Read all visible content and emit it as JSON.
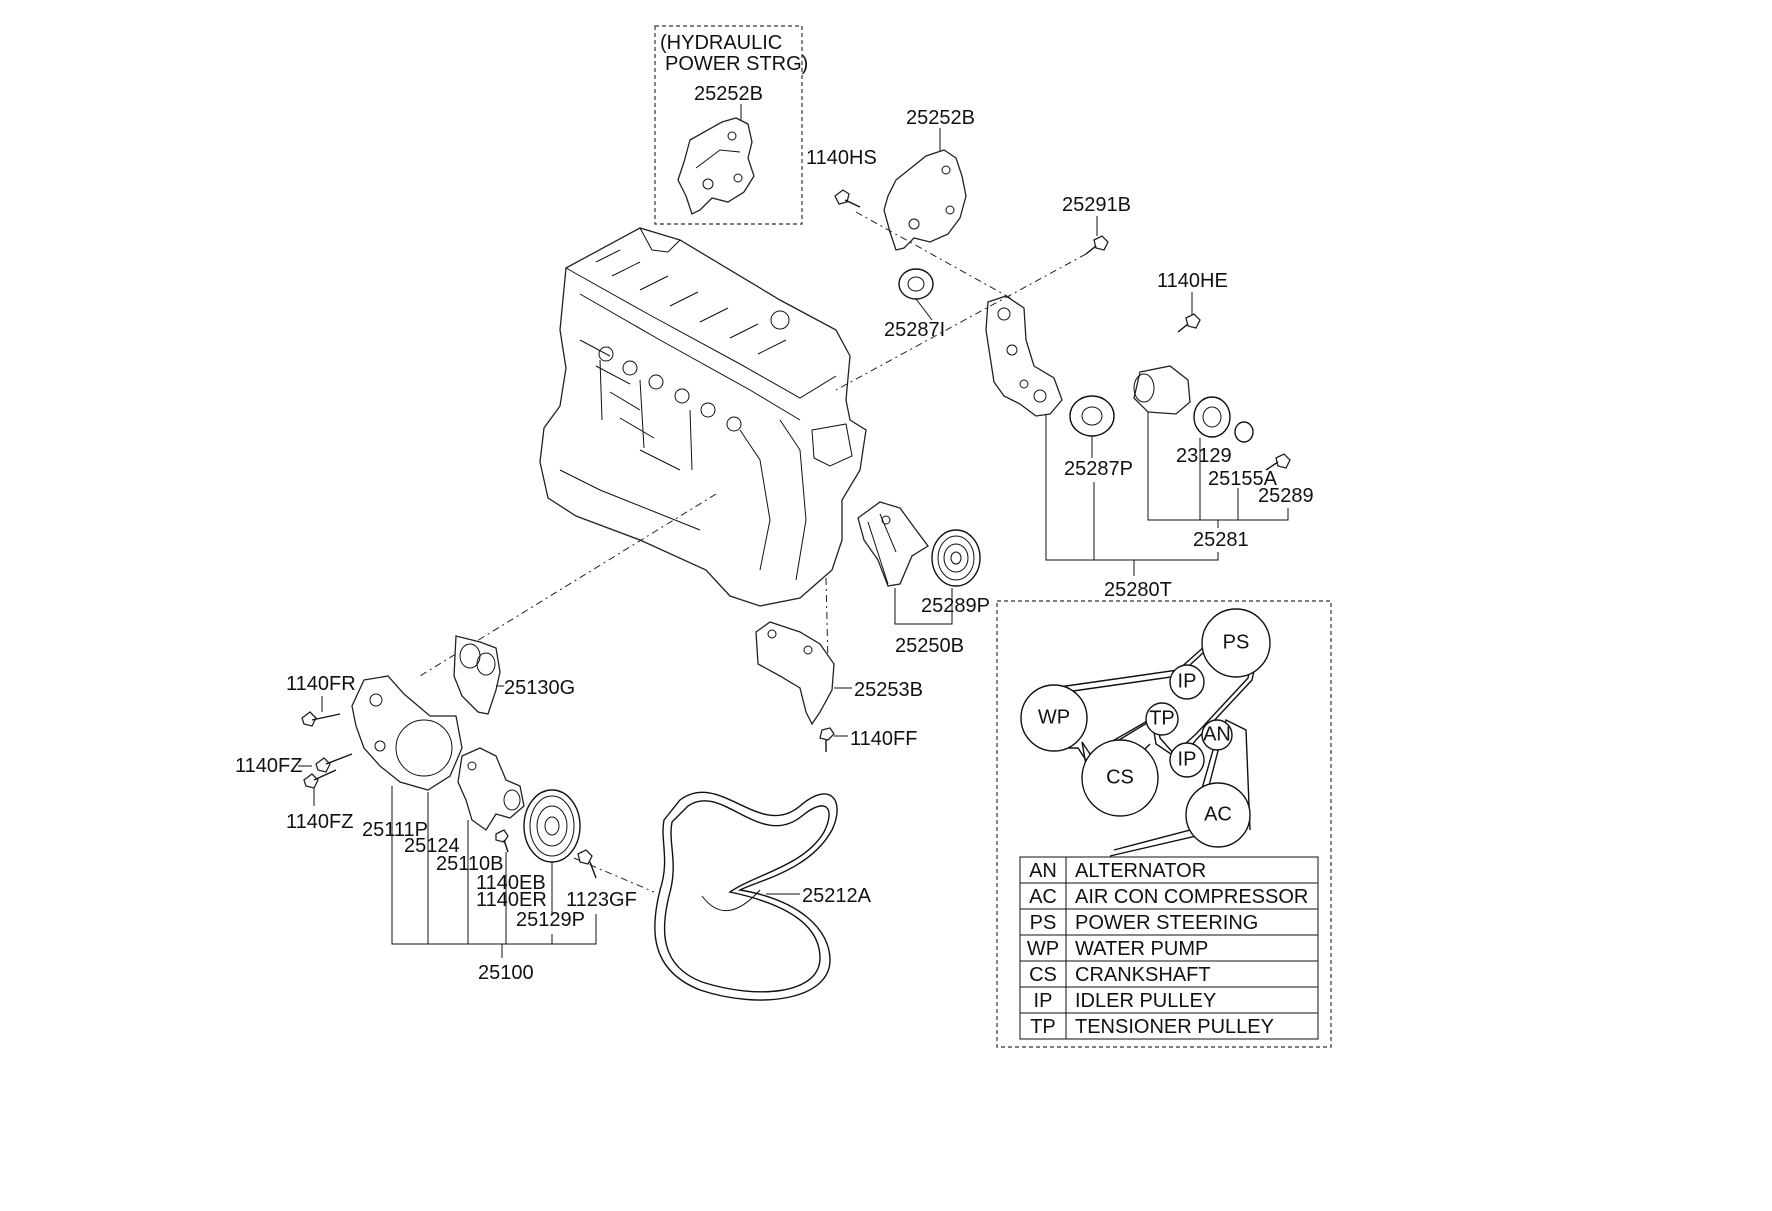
{
  "hps_note": [
    "(HYDRAULIC",
    "POWER STRG)"
  ],
  "labels": {
    "p25252B_top": "25252B",
    "p25252B": "25252B",
    "p1140HS": "1140HS",
    "p25291B": "25291B",
    "p1140HE": "1140HE",
    "p25287I": "25287I",
    "p25287P": "25287P",
    "p23129": "23129",
    "p25155A": "25155A",
    "p25289": "25289",
    "p25281": "25281",
    "p25280T": "25280T",
    "p25289P": "25289P",
    "p25250B": "25250B",
    "p25253B": "25253B",
    "p1140FF": "1140FF",
    "p1140FR": "1140FR",
    "p25130G": "25130G",
    "p1140FZ_a": "1140FZ",
    "p1140FZ_b": "1140FZ",
    "p25111P": "25111P",
    "p25124": "25124",
    "p25110B": "25110B",
    "p1140EB": "1140EB",
    "p1140ER": "1140ER",
    "p1123GF": "1123GF",
    "p25129P": "25129P",
    "p25100": "25100",
    "p25212A": "25212A"
  },
  "belt_pulleys": {
    "ps": "PS",
    "ip1": "IP",
    "wp": "WP",
    "tp": "TP",
    "an": "AN",
    "ip2": "IP",
    "cs": "CS",
    "ac": "AC"
  },
  "legend": [
    {
      "code": "AN",
      "name": "ALTERNATOR"
    },
    {
      "code": "AC",
      "name": "AIR CON COMPRESSOR"
    },
    {
      "code": "PS",
      "name": "POWER STEERING"
    },
    {
      "code": "WP",
      "name": "WATER PUMP"
    },
    {
      "code": "CS",
      "name": "CRANKSHAFT"
    },
    {
      "code": "IP",
      "name": "IDLER PULLEY"
    },
    {
      "code": "TP",
      "name": "TENSIONER PULLEY"
    }
  ]
}
